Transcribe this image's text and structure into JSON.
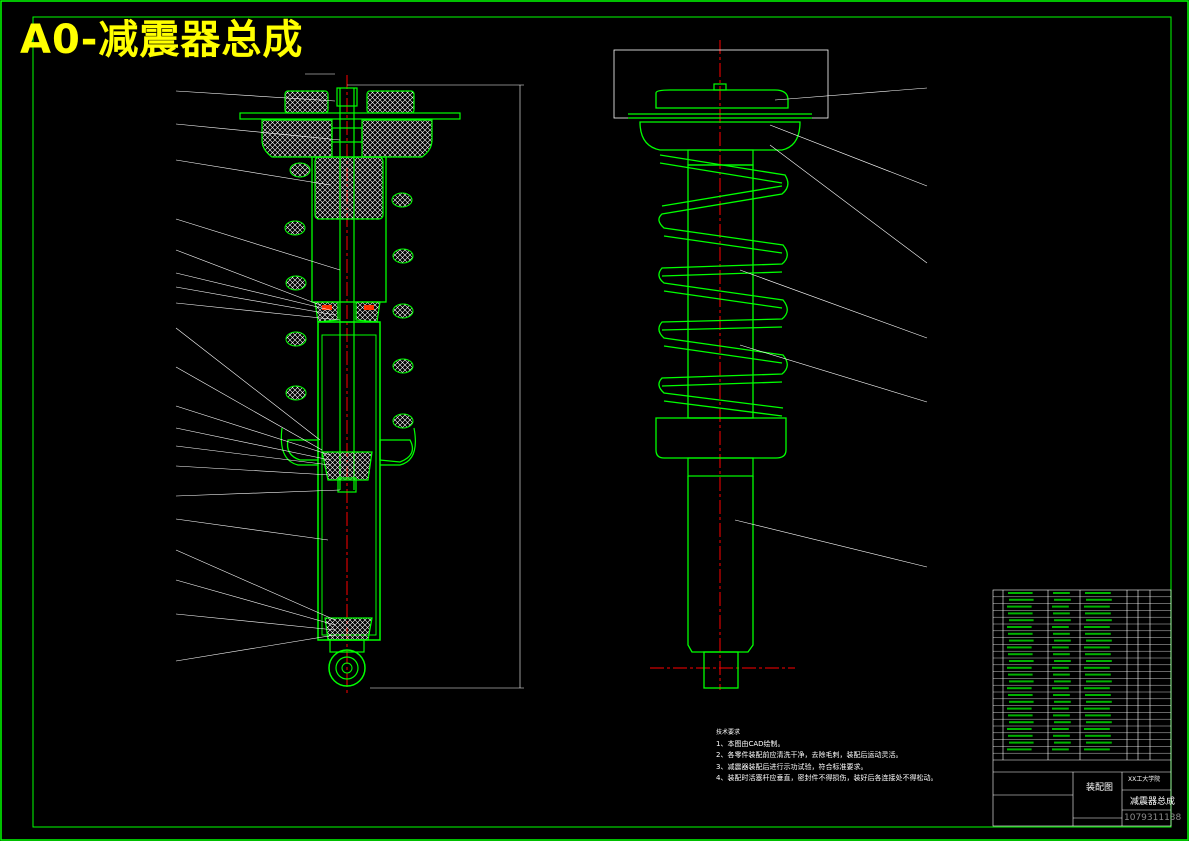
{
  "title": "A0-减震器总成",
  "tech_notes": {
    "heading": "技术要求",
    "items": [
      "1、本图由CAD绘制。",
      "2、各零件装配前应清洗干净，去除毛刺，装配后运动灵活。",
      "3、减震器装配后进行示功试验，符合标准要求。",
      "4、装配时活塞杆应垂直，密封件不得损伤，装好后各连接处不得松动。"
    ]
  },
  "title_block": {
    "drawing_name": "减震器总成",
    "school": "XX工大学院",
    "view_label": "装配图",
    "qq": "1079311138"
  },
  "colors": {
    "drawing_line": "#00ff00",
    "leader_line": "#ffffff",
    "center_line": "#ff0000",
    "title": "#ffff00",
    "background": "#000000"
  }
}
